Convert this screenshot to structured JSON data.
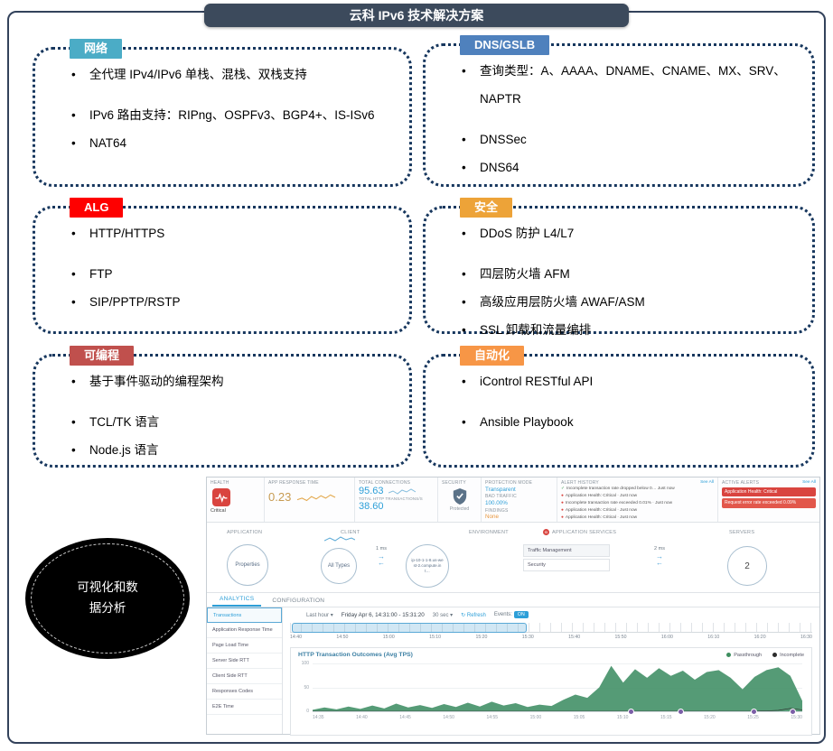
{
  "slide": {
    "title": "云科 IPv6 技术解决方案"
  },
  "boxes": [
    {
      "label": "网络",
      "color": "#4bacc6",
      "bullets": [
        "全代理 IPv4/IPv6 单栈、混栈、双栈支持",
        "IPv6 路由支持：RIPng、OSPFv3、BGP4+、IS-ISv6",
        "NAT64"
      ]
    },
    {
      "label": "DNS/GSLB",
      "color": "#4f81bd",
      "bullets": [
        "查询类型：A、AAAA、DNAME、CNAME、MX、SRV、NAPTR",
        "DNSSec",
        "DNS64"
      ]
    },
    {
      "label": "ALG",
      "color": "#fe0000",
      "bullets": [
        "HTTP/HTTPS",
        "FTP",
        "SIP/PPTP/RSTP"
      ]
    },
    {
      "label": "安全",
      "color": "#eda338",
      "bullets": [
        "DDoS 防护 L4/L7",
        "四层防火墙 AFM",
        "高级应用层防火墙 AWAF/ASM",
        "SSL 卸载和流量编排"
      ]
    },
    {
      "label": "可编程",
      "color": "#c0504d",
      "bullets": [
        "基于事件驱动的编程架构",
        "TCL/TK 语言",
        "Node.js 语言"
      ]
    },
    {
      "label": "自动化",
      "color": "#f79646",
      "bullets": [
        "iControl RESTful API",
        "Ansible Playbook"
      ]
    }
  ],
  "visual_ellipse": {
    "line1": "可视化和数",
    "line2": "据分析"
  },
  "dashboard": {
    "health": {
      "label": "HEALTH",
      "status": "Critical"
    },
    "app_response_time": {
      "label": "APP RESPONSE TIME",
      "value": "0.23"
    },
    "totals": {
      "connections_label": "TOTAL CONNECTIONS",
      "connections_value": "95.63",
      "transactions_label": "TOTAL HTTP TRANSACTIONS/S",
      "transactions_value": "38.60"
    },
    "security": {
      "label": "SECURITY",
      "status": "Protected"
    },
    "protection": {
      "label": "PROTECTION MODE",
      "mode": "Transparent",
      "bad_traffic_label": "BAD TRAFFIC",
      "bad_traffic_value": "100.00%",
      "findings_label": "FINDINGS",
      "findings_value": "None"
    },
    "alert_history": {
      "label": "ALERT HISTORY",
      "see_all": "See All",
      "items": [
        "Incomplete transaction rate dropped below 0… Just now",
        "Application Health: Critical · Just now",
        "Incomplete transaction rate exceeded 0.01% · Just now",
        "Application Health: Critical · Just now",
        "Application Health: Critical · Just now"
      ]
    },
    "active_alerts": {
      "label": "ACTIVE ALERTS",
      "see_all": "See All",
      "items": [
        "Application Health: Critical",
        "Request error rate exceeded 0.09%"
      ]
    },
    "topology": {
      "application_header": "APPLICATION",
      "application_node": "Properties",
      "client_header": "CLIENT",
      "client_node": "All Types",
      "latency_client": "1 ms",
      "environment_header": "ENVIRONMENT",
      "environment_node": "ip-10-1-1-8.us-west-2.compute.int…",
      "services_header": "APPLICATION SERVICES",
      "services": [
        "Traffic Management",
        "Security"
      ],
      "latency_server": "2 ms",
      "servers_header": "SERVERS",
      "servers_node": "2"
    },
    "analytics": {
      "tabs": [
        "ANALYTICS",
        "CONFIGURATION"
      ],
      "sidebar": [
        "Transactions",
        "Application Response Time",
        "Page Load Time",
        "Server Side RTT",
        "Client Side RTT",
        "Responses Codes",
        "E2E Time"
      ],
      "toolbar": {
        "range": "Last hour",
        "date_range": "Friday Apr 6, 14:31:00 - 15:31:20",
        "interval": "30 sec",
        "refresh": "Refresh",
        "events_label": "Events:",
        "events_state": "ON"
      },
      "timeline_ticks": [
        "14:40",
        "14:50",
        "15:00",
        "15:10",
        "15:20",
        "15:30",
        "15:40",
        "15:50",
        "16:00",
        "16:10",
        "16:20",
        "16:30"
      ]
    }
  },
  "chart_data": {
    "type": "area",
    "title": "HTTP Transaction Outcomes (Avg TPS)",
    "ylim": [
      0,
      100
    ],
    "yticks": [
      0,
      50,
      100
    ],
    "x_labels": [
      "14:35",
      "14:40",
      "14:45",
      "14:50",
      "14:55",
      "15:00",
      "15:05",
      "15:10",
      "15:15",
      "15:20",
      "15:25",
      "15:30"
    ],
    "legend": [
      {
        "name": "Passthrough",
        "color": "#3e8e5f"
      },
      {
        "name": "Incomplete",
        "color": "#2b2b2b"
      }
    ],
    "series": [
      {
        "name": "Passthrough",
        "color": "#46936a",
        "values": [
          3,
          8,
          4,
          10,
          5,
          12,
          6,
          16,
          8,
          13,
          7,
          15,
          9,
          18,
          10,
          20,
          12,
          17,
          9,
          14,
          11,
          24,
          35,
          28,
          50,
          95,
          60,
          88,
          70,
          90,
          74,
          85,
          66,
          82,
          86,
          70,
          46,
          72,
          86,
          92,
          74,
          22
        ]
      },
      {
        "name": "Incomplete",
        "color": "#2b2b2b",
        "values": [
          0,
          0,
          0,
          0,
          0,
          0,
          0,
          0,
          0,
          0,
          0,
          0,
          0,
          0,
          0,
          0,
          0,
          0,
          0,
          0,
          0,
          0,
          0,
          0,
          0,
          0,
          0,
          0,
          0,
          0,
          0,
          0,
          0,
          0,
          0,
          0,
          0,
          0,
          1,
          2,
          6,
          3
        ]
      }
    ],
    "event_marker_fractions": [
      0.65,
      0.75,
      0.9,
      0.98
    ]
  }
}
